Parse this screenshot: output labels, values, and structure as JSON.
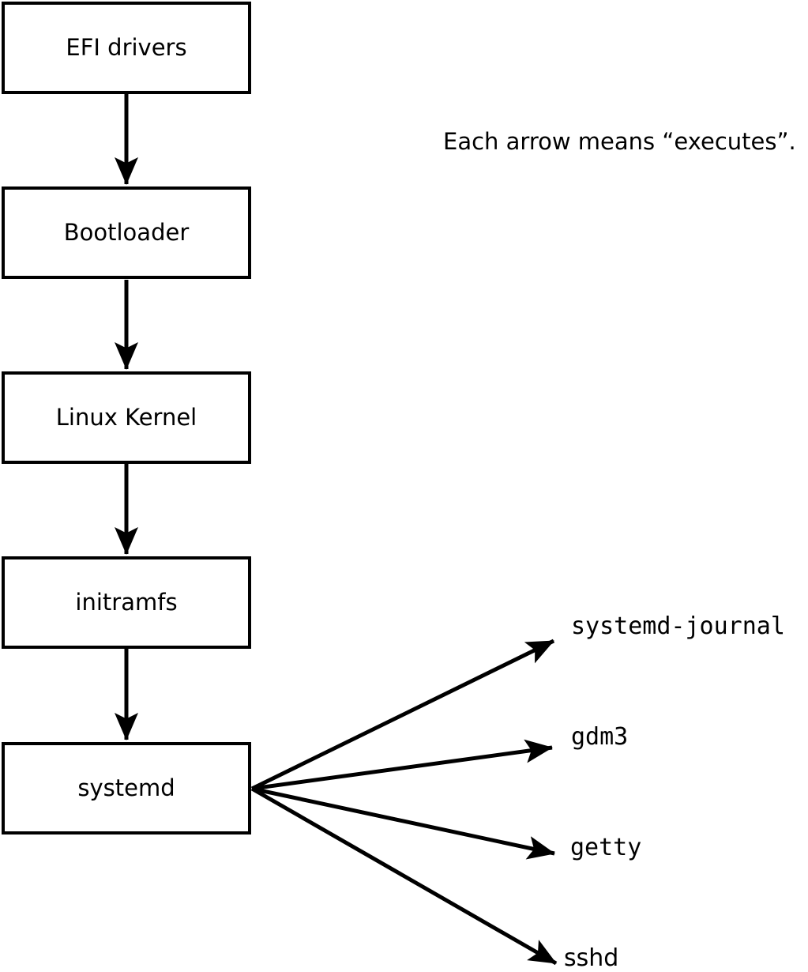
{
  "note": {
    "text": "Each arrow means “executes”."
  },
  "nodes": [
    {
      "label": "EFI drivers"
    },
    {
      "label": "Bootloader"
    },
    {
      "label": "Linux Kernel"
    },
    {
      "label": "initramfs"
    },
    {
      "label": "systemd"
    }
  ],
  "leaves": [
    {
      "label": "systemd-journal"
    },
    {
      "label": "gdm3"
    },
    {
      "label": "getty"
    },
    {
      "label": "sshd"
    }
  ],
  "colors": {
    "foreground": "#000000",
    "background": "#ffffff"
  }
}
